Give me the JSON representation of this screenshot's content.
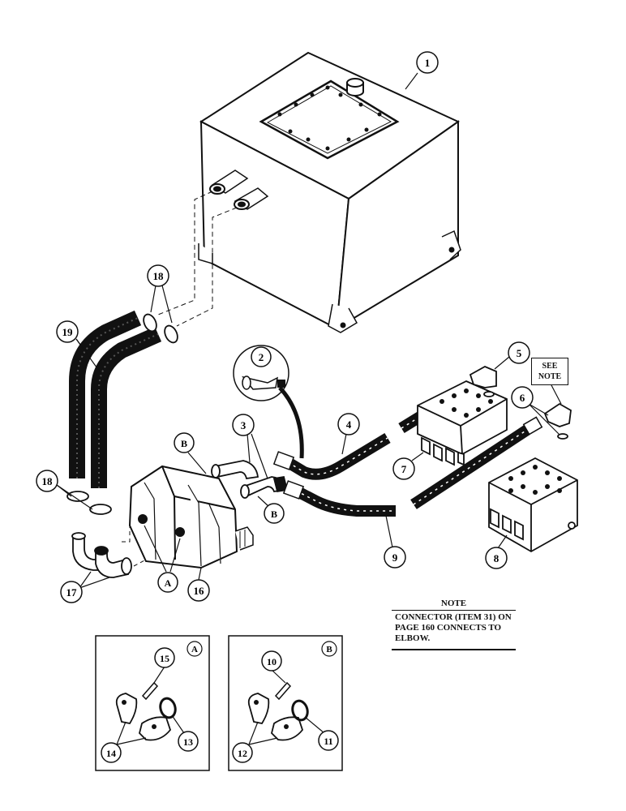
{
  "callouts": {
    "c1": "1",
    "c2": "2",
    "c3": "3",
    "c4": "4",
    "c5": "5",
    "c6": "6",
    "c7": "7",
    "c8": "8",
    "c9": "9",
    "c10": "10",
    "c11": "11",
    "c12": "12",
    "c13": "13",
    "c14": "14",
    "c15": "15",
    "c16": "16",
    "c17": "17",
    "c18a": "18",
    "c18b": "18",
    "c19": "19",
    "ca1": "A",
    "ca2": "A",
    "cb1": "B",
    "cb2": "B",
    "cb3": "B"
  },
  "see_note": {
    "line1": "SEE",
    "line2": "NOTE"
  },
  "note": {
    "title": "NOTE",
    "body": "CONNECTOR (item 31) ON PAGE 160 CONNECTS TO ELBOW."
  }
}
